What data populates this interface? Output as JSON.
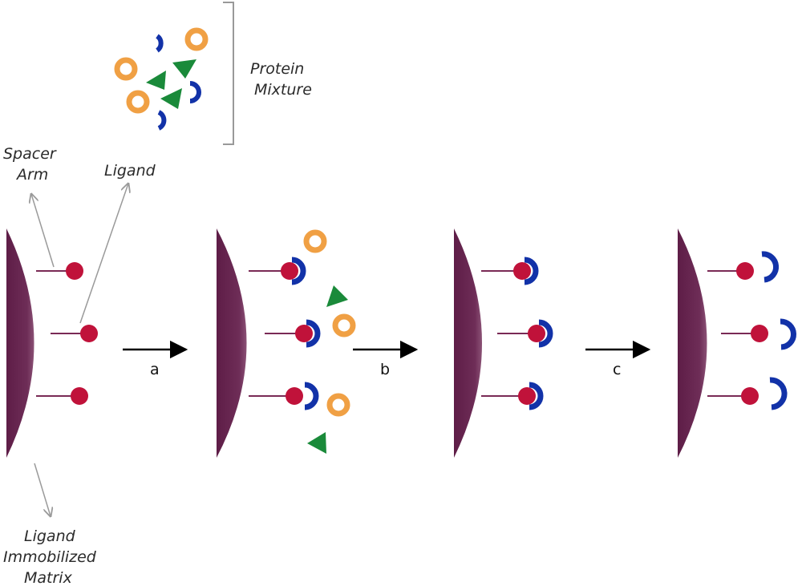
{
  "labels": {
    "protein_mixture": [
      "Protein",
      "Mixture"
    ],
    "spacer_arm": [
      "Spacer",
      "Arm"
    ],
    "ligand": "Ligand",
    "matrix": [
      "Ligand",
      "Immobilized",
      "Matrix"
    ]
  },
  "steps": [
    "a",
    "b",
    "c"
  ],
  "colors": {
    "matrix": "#6b2a52",
    "matrix_edge": "#8a4a72",
    "ligand": "#c0123a",
    "spacer": "#7a2a55",
    "protein_target": "#1232a8",
    "protein_ring": "#f0a044",
    "protein_triangle": "#1a8a3a",
    "bracket": "#999999",
    "pointer": "#9a9a9a",
    "arrow": "#000000"
  }
}
